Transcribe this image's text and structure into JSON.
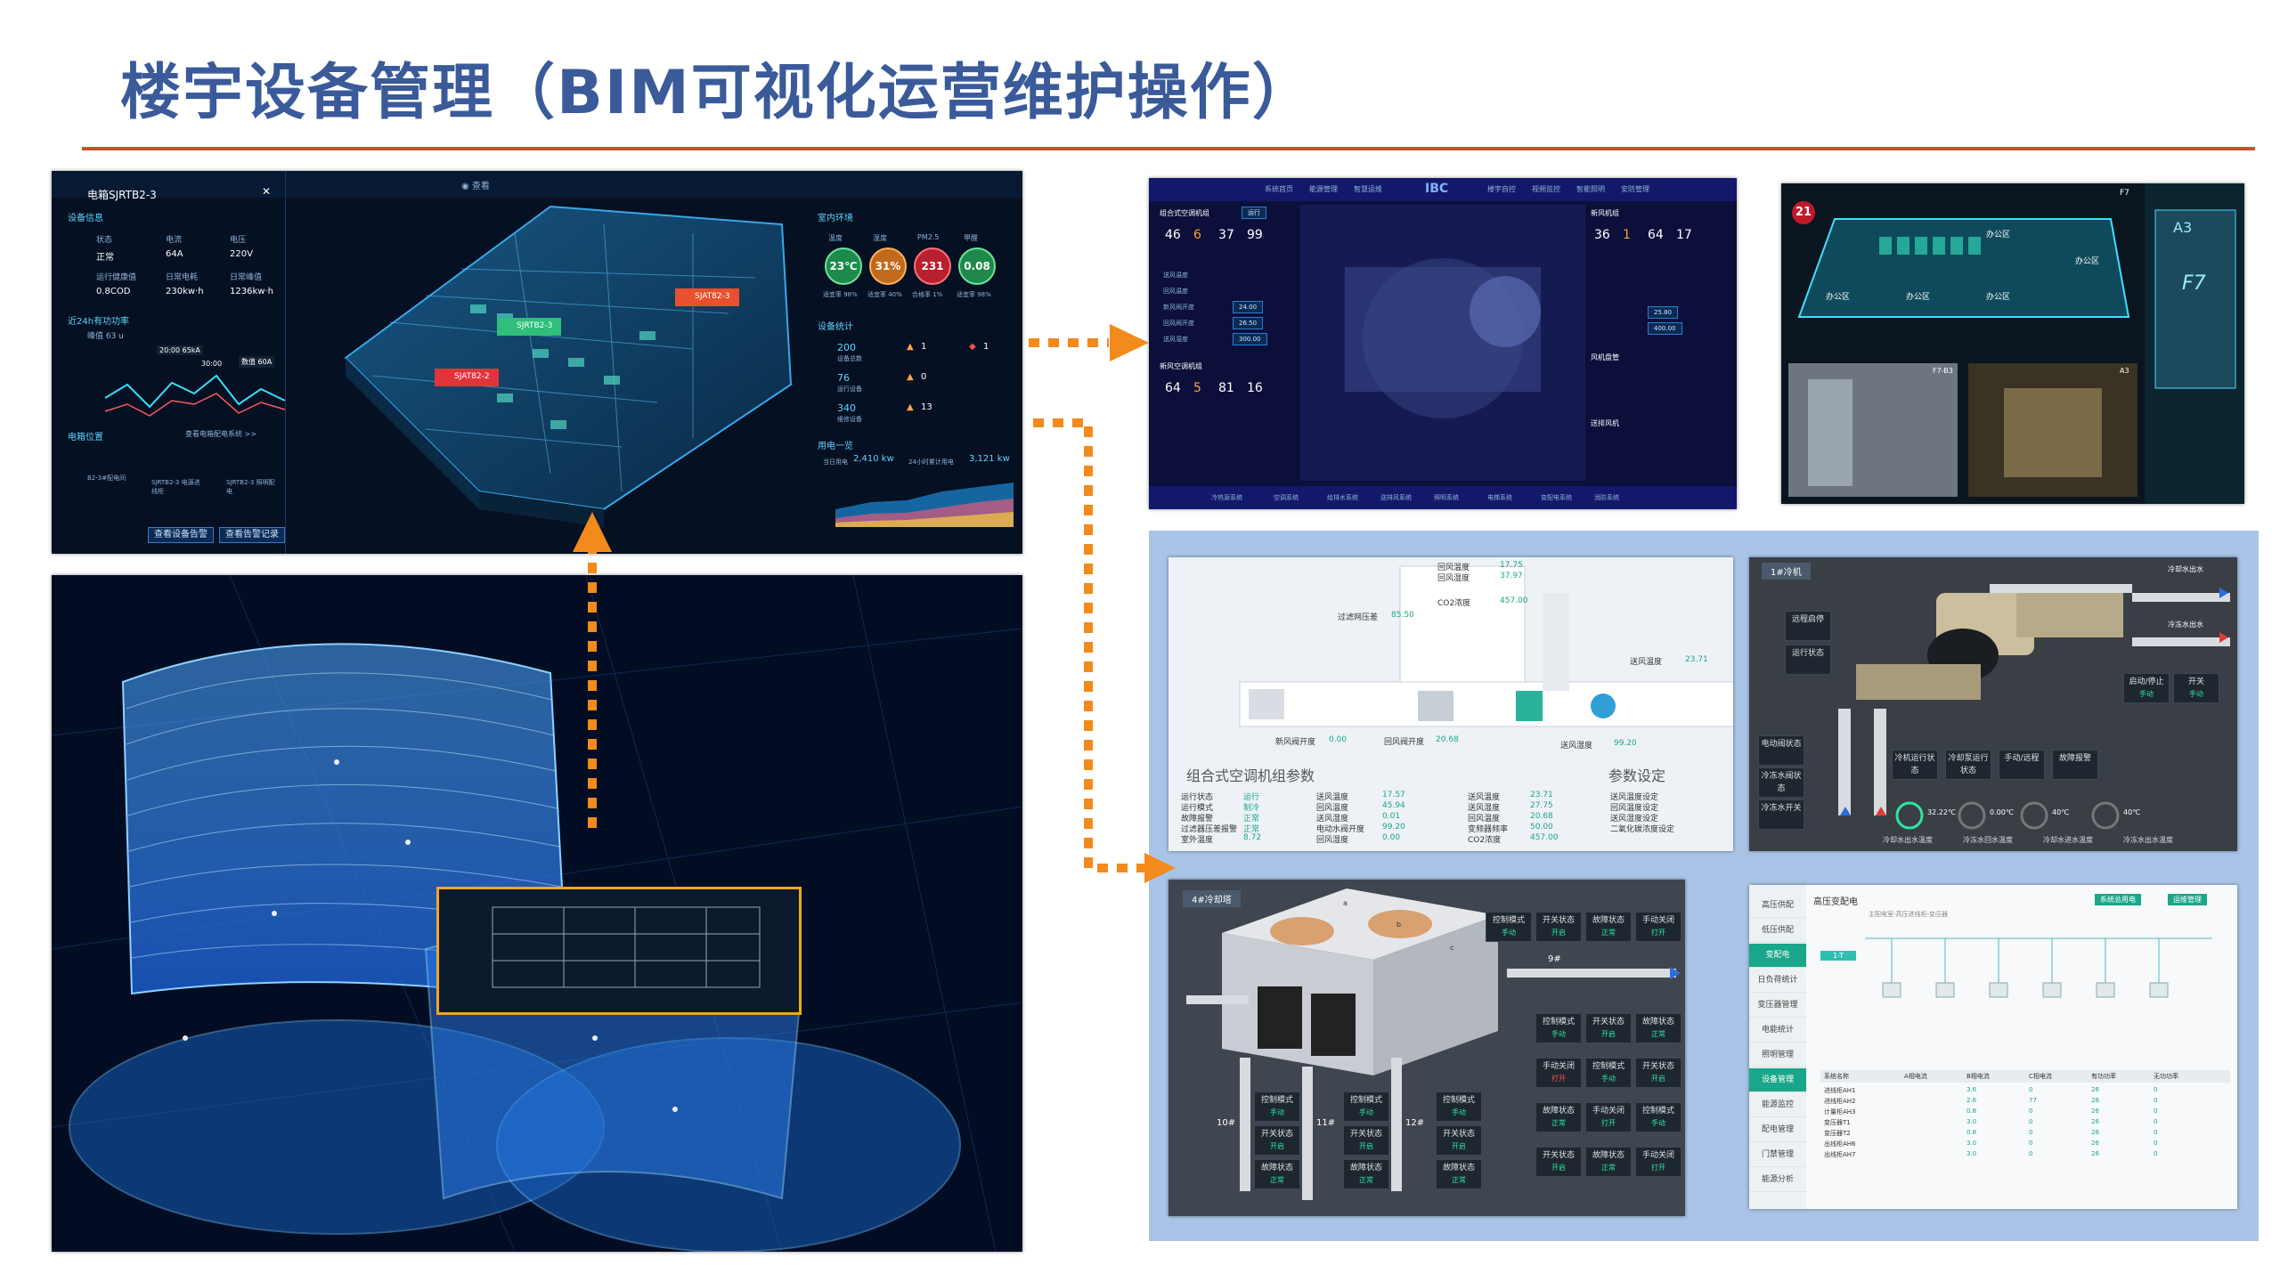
{
  "slide": {
    "title": "楼宇设备管理（BIM可视化运营维护操作）",
    "accent_color": "#3a5a9a",
    "rule_color": "#d9482b",
    "arrow_color": "#f28a1c"
  },
  "panel_power": {
    "header_tab": "◉ 查看",
    "device_title": "电箱SJRTB2-3",
    "section_info": "设备信息",
    "info_labels": [
      "状态",
      "电流",
      "电压",
      "运行健康值",
      "日常电耗",
      "日常峰值"
    ],
    "info_values": [
      "正常",
      "64A",
      "220V",
      "0.8COD",
      "230kw·h",
      "1236kw·h"
    ],
    "section_24h": "近24h有功功率",
    "peak_label": "峰值 63 u",
    "tooltip_1": "20:00 65kA",
    "tooltip_2": "30:00",
    "tooltip_3": "数值 60A",
    "section_pos": "电箱位置",
    "pos_link": "查看电箱配电系统 >>",
    "pos_nodes": [
      "B2-3#配电间",
      "SJRTB2-3 电源进线柜",
      "SJRTB2-3 照明配电"
    ],
    "btn_alarm": "查看设备告警",
    "btn_records": "查看告警记录",
    "map_tags": [
      "SJAT82-3",
      "SJRTB2-3",
      "SJAT82-2"
    ],
    "env_title": "室内环境",
    "env_labels": [
      "温度",
      "湿度",
      "PM2.5",
      "甲醛"
    ],
    "env_values": [
      "23℃",
      "31%",
      "231",
      "0.08"
    ],
    "env_notes": [
      "适宜率 98%",
      "适宜率 40%",
      "合格率 1%",
      "适宜率 98%"
    ],
    "stats_title": "设备统计",
    "stats_values": [
      "200",
      "76",
      "340"
    ],
    "stats_labels": [
      "设备总数",
      "运行设备",
      "维修设备"
    ],
    "stats_alerts": [
      "1",
      "0",
      "13",
      "1"
    ],
    "energy_title": "用电一览",
    "energy_today": "2,410 kw",
    "energy_total": "3,121 kw",
    "energy_label_a": "当日用电",
    "energy_label_b": "24小时累计用电"
  },
  "panel_ibc": {
    "logo": "IBC",
    "nav": [
      "系统首页",
      "能源管理",
      "智慧运维",
      "楼宇自控",
      "视频监控",
      "智能照明",
      "安防管理"
    ],
    "left_block_1_title": "组合式空调机组",
    "left_block_1_nums": [
      "46",
      "6",
      "37",
      "99"
    ],
    "left_block_2_title": "新风空调机组",
    "left_block_2_nums": [
      "64",
      "5",
      "81",
      "16"
    ],
    "right_block_1_title": "新风机组",
    "right_block_1_nums": [
      "36",
      "1",
      "64",
      "17"
    ],
    "right_block_2_title": "风机盘管",
    "right_block_3_title": "送排风机",
    "field_labels": [
      "送风温度",
      "回风温度",
      "新风阀开度",
      "回风阀开度",
      "送风湿度"
    ],
    "field_values": [
      "24.00",
      "26.50",
      "25.80",
      "400.00",
      "300.00"
    ],
    "status_btn": "运行",
    "bottom_nav": [
      "冷热源系统",
      "空调系统",
      "给排水系统",
      "送排风系统",
      "照明系统",
      "电梯系统",
      "变配电系统",
      "消防系统"
    ]
  },
  "panel_elevator": {
    "floor_badge": "21",
    "floor_tag": "F7",
    "shaft_labels": [
      "A3",
      "F7"
    ],
    "zone_labels": [
      "办公区",
      "办公区",
      "办公区",
      "办公区",
      "办公区"
    ],
    "cam_1": "F7-B3",
    "cam_2": "A3"
  },
  "panel_ahu": {
    "title": "组合式空调机组参数",
    "param_title": "参数设定",
    "col1_labels": [
      "运行状态",
      "运行模式",
      "故障报警",
      "过滤器压差报警",
      "室外温度"
    ],
    "col1_values": [
      "运行",
      "制冷",
      "正常",
      "正常",
      "8.72"
    ],
    "col2_labels": [
      "送风温度",
      "回风温度",
      "送风湿度",
      "电动水阀开度",
      "回风湿度"
    ],
    "col2_values": [
      "17.57",
      "45.94",
      "0.01",
      "99.20",
      "0.00"
    ],
    "col3_labels": [
      "送风温度",
      "送风湿度",
      "回风温度",
      "变频器频率",
      "CO2浓度"
    ],
    "col3_values": [
      "23.71",
      "27.75",
      "20.68",
      "50.00",
      "457.00"
    ],
    "diagram_labels": [
      "回风温度",
      "回风湿度",
      "CO2浓度",
      "过滤网压差",
      "送风温度",
      "送风湿度",
      "新风阀开度",
      "回风阀开度"
    ],
    "diagram_values": [
      "17.75",
      "37.97",
      "457.00",
      "85.50",
      "23.71",
      "99.20",
      "0.00",
      "20.68"
    ],
    "param_items": [
      "送风温度设定",
      "回风温度设定",
      "送风湿度设定",
      "二氧化碳浓度设定"
    ]
  },
  "panel_chiller": {
    "title": "1#冷机",
    "legend_1": "冷却水出水",
    "legend_2": "冷冻水出水",
    "left_btns": [
      "远程启停",
      "运行状态"
    ],
    "right_btns": [
      "启动/停止",
      "手动",
      "开关",
      "手动"
    ],
    "side_btns": [
      "电动阀状态",
      "冷冻水阀状态",
      "冷冻水开关"
    ],
    "bottom_labels": [
      "冷却水出水温度",
      "冷冻水回水温度",
      "冷却水进水温度",
      "冷冻水出水温度"
    ],
    "bottom_values": [
      "32.22℃",
      "0.00℃",
      "40℃",
      "40℃"
    ],
    "top_row": [
      "冷机运行状态",
      "冷却泵运行状态",
      "手动/远程",
      "故障报警"
    ]
  },
  "panel_tower": {
    "title": "4#冷却塔",
    "fan_tags": [
      "a",
      "b",
      "c"
    ],
    "pipe_tags": [
      "10#",
      "11#",
      "12#",
      "9#"
    ],
    "btn_labels": [
      "控制模式",
      "开关状态",
      "故障状态",
      "手动关闭"
    ],
    "btn_states": [
      "手动",
      "开启",
      "正常",
      "打开"
    ]
  },
  "panel_substation": {
    "side": [
      "高压供配",
      "低压供配",
      "变配电",
      "日负荷统计",
      "变压器管理",
      "电能统计",
      "照明管理",
      "设备管理",
      "能源监控",
      "配电管理",
      "门禁管理",
      "能源分析"
    ],
    "title": "高压变配电",
    "breadcrumb": "主配电室-高压进线柜-变压器",
    "top_btns": [
      "系统总用电",
      "运维管理"
    ],
    "tree_item": "1-T",
    "table_headers": [
      "系统名称",
      "A相电流",
      "B相电流",
      "C相电流",
      "有功功率",
      "无功功率"
    ],
    "table_rows": [
      [
        "进线柜AH1",
        "3.6",
        "0",
        "26",
        "0"
      ],
      [
        "进线柜AH2",
        "2.6",
        "77",
        "26",
        "0"
      ],
      [
        "计量柜AH3",
        "0.8",
        "0",
        "26",
        "0"
      ],
      [
        "变压器T1",
        "3.0",
        "0",
        "26",
        "0"
      ],
      [
        "变压器T2",
        "0.8",
        "0",
        "26",
        "0"
      ],
      [
        "出线柜AH6",
        "3.0",
        "0",
        "26",
        "0"
      ],
      [
        "出线柜AH7",
        "3.0",
        "0",
        "26",
        "0"
      ]
    ]
  }
}
